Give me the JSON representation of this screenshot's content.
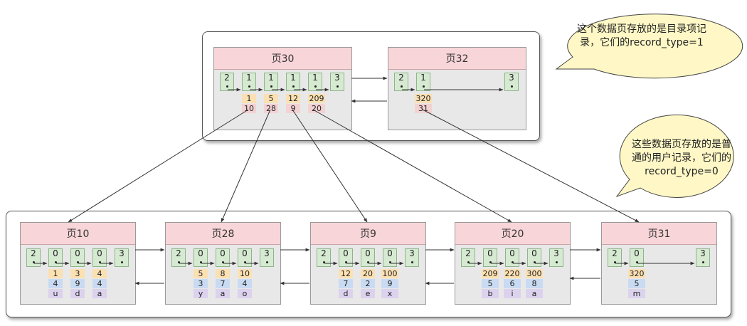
{
  "top_pages": [
    {
      "title": "页30",
      "headers": [
        "2",
        "1",
        "1",
        "1",
        "1",
        "3"
      ],
      "cols": [
        {
          "key": "1",
          "val": "10"
        },
        {
          "key": "5",
          "val": "28"
        },
        {
          "key": "12",
          "val": "9"
        },
        {
          "key": "209",
          "val": "20"
        }
      ]
    },
    {
      "title": "页32",
      "headers": [
        "2",
        "1",
        "3"
      ],
      "cols": [
        {
          "key": "320",
          "val": "31"
        }
      ]
    }
  ],
  "leaf_pages": [
    {
      "title": "页10",
      "headers": [
        "2",
        "0",
        "0",
        "0",
        "3"
      ],
      "cols": [
        {
          "a": "1",
          "b": "4",
          "c": "u"
        },
        {
          "a": "3",
          "b": "9",
          "c": "d"
        },
        {
          "a": "4",
          "b": "4",
          "c": "a"
        }
      ]
    },
    {
      "title": "页28",
      "headers": [
        "2",
        "0",
        "0",
        "0",
        "3"
      ],
      "cols": [
        {
          "a": "5",
          "b": "3",
          "c": "y"
        },
        {
          "a": "8",
          "b": "7",
          "c": "a"
        },
        {
          "a": "10",
          "b": "4",
          "c": "o"
        }
      ]
    },
    {
      "title": "页9",
      "headers": [
        "2",
        "0",
        "0",
        "0",
        "3"
      ],
      "cols": [
        {
          "a": "12",
          "b": "7",
          "c": "d"
        },
        {
          "a": "20",
          "b": "2",
          "c": "e"
        },
        {
          "a": "100",
          "b": "9",
          "c": "x"
        }
      ]
    },
    {
      "title": "页20",
      "headers": [
        "2",
        "0",
        "0",
        "0",
        "3"
      ],
      "cols": [
        {
          "a": "209",
          "b": "5",
          "c": "b"
        },
        {
          "a": "220",
          "b": "6",
          "c": "i"
        },
        {
          "a": "300",
          "b": "8",
          "c": "a"
        }
      ]
    },
    {
      "title": "页31",
      "headers": [
        "2",
        "0",
        "3"
      ],
      "cols": [
        {
          "a": "320",
          "b": "5",
          "c": "m"
        }
      ]
    }
  ],
  "callouts": [
    {
      "lines": [
        "这个数据页存放的是目录项记",
        "录，它们的record_type=1"
      ]
    },
    {
      "lines": [
        "这些数据页存放的是普",
        "通的用户记录，它们的",
        "record_type=0"
      ]
    }
  ]
}
